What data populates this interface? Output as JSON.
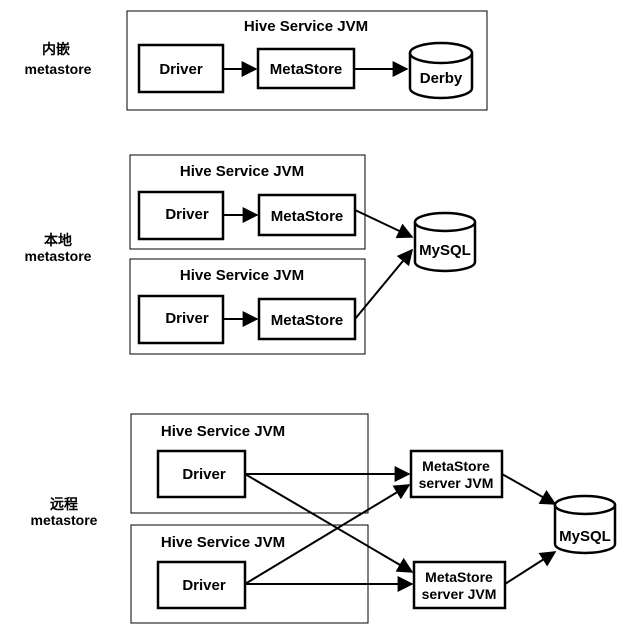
{
  "labels": {
    "embedded_line1": "内嵌",
    "embedded_line2": "metastore",
    "local_line1": "本地",
    "local_line2": "metastore",
    "remote_line1": "远程",
    "remote_line2": "metastore"
  },
  "jvm_title": "Hive Service JVM",
  "driver": "Driver",
  "metastore": "MetaStore",
  "metastore_server_line1": "MetaStore",
  "metastore_server_line2": "server JVM",
  "db_derby": "Derby",
  "db_mysql": "MySQL"
}
